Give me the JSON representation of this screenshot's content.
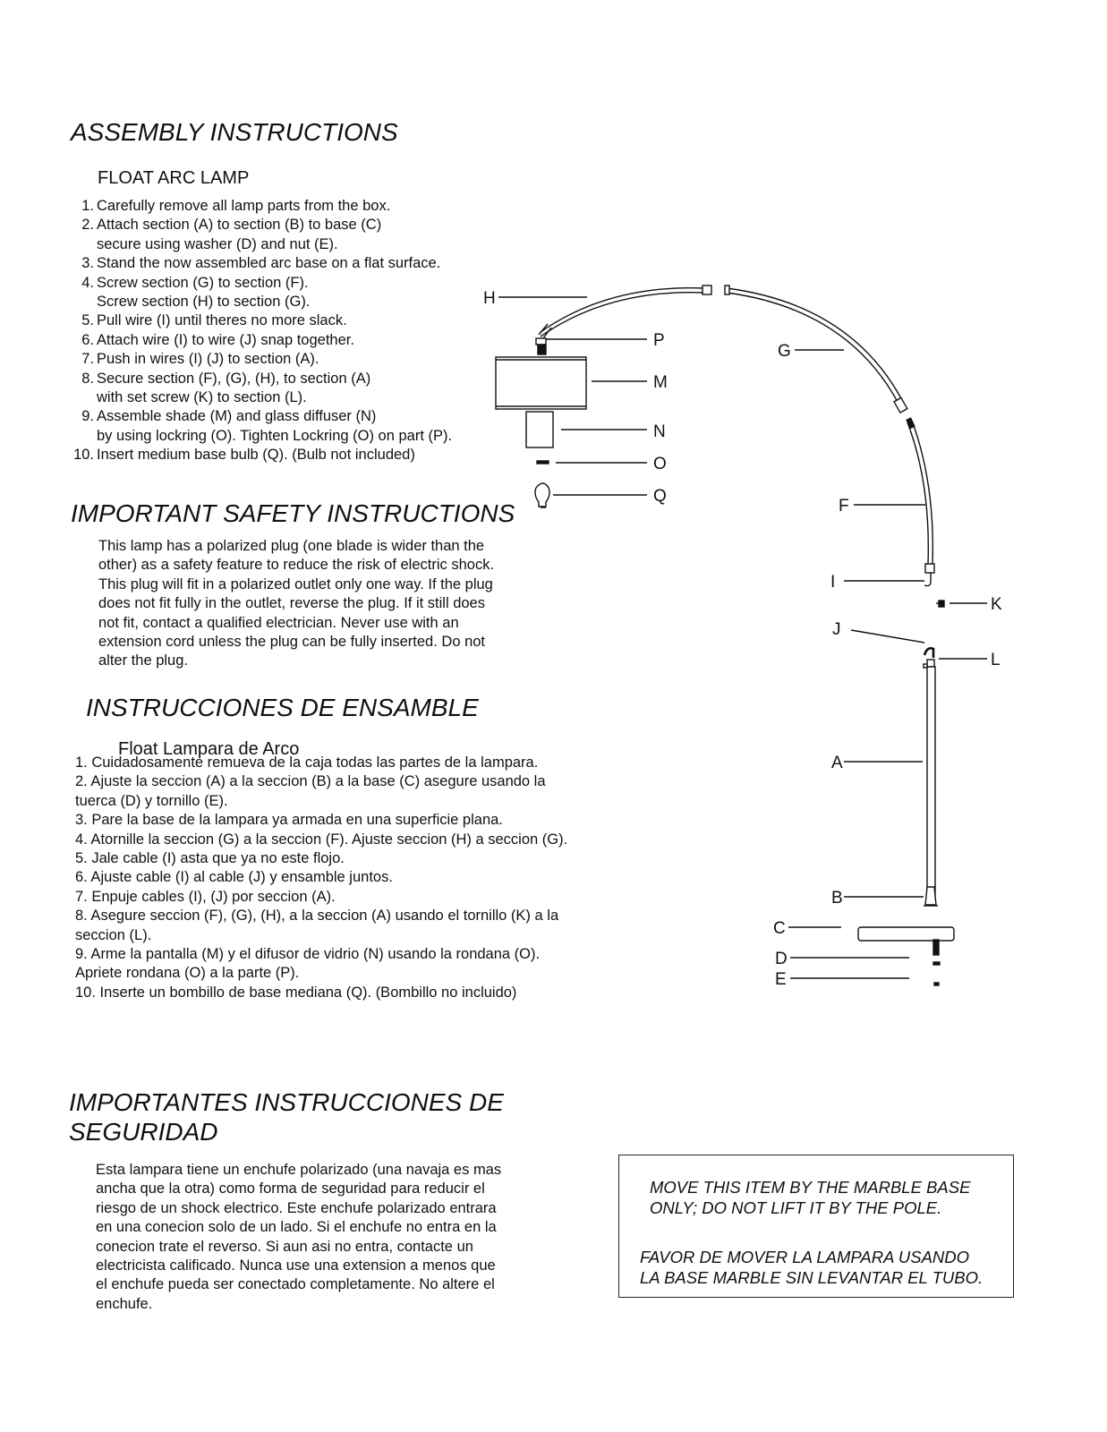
{
  "assembly": {
    "title": "ASSEMBLY INSTRUCTIONS",
    "product": "FLOAT  ARC LAMP",
    "steps": [
      {
        "num": "1.",
        "text": "Carefully remove all lamp parts from the box."
      },
      {
        "num": "2.",
        "text": "Attach section (A) to section (B) to base (C)"
      },
      {
        "num": "",
        "text": "secure using washer (D) and nut (E)."
      },
      {
        "num": "3.",
        "text": "Stand the now assembled arc base on a flat surface."
      },
      {
        "num": "4.",
        "text": "Screw section (G) to section (F)."
      },
      {
        "num": "",
        "text": "Screw section (H) to section (G)."
      },
      {
        "num": "5.",
        "text": "Pull wire (I) until theres no more slack."
      },
      {
        "num": "6.",
        "text": "Attach wire (I) to wire (J) snap together."
      },
      {
        "num": "7.",
        "text": "Push in wires (I) (J) to section (A)."
      },
      {
        "num": "8.",
        "text": "Secure section (F), (G), (H), to section (A)"
      },
      {
        "num": "",
        "text": "with set screw (K) to section (L)."
      },
      {
        "num": "9.",
        "text": "Assemble shade (M) and glass diffuser (N)"
      },
      {
        "num": "",
        "text": "by using lockring (O). Tighten Lockring (O) on part (P)."
      },
      {
        "num": "10.",
        "text": "Insert medium base bulb (Q).  (Bulb not included)"
      }
    ]
  },
  "safety": {
    "title": "IMPORTANT SAFETY INSTRUCTIONS",
    "body": "This lamp has a polarized plug (one blade is wider than the\nother) as a safety feature to reduce the risk of electric shock.\nThis plug will fit in a polarized outlet only one way.  If the plug\ndoes not fit fully in the outlet, reverse the plug.  If it still does\nnot fit, contact a qualified electrician.  Never use with an\nextension cord unless the plug can be fully inserted.  Do not\nalter the plug."
  },
  "ensamble": {
    "title": "INSTRUCCIONES DE ENSAMBLE",
    "product": "Float Lampara de Arco",
    "steps": [
      "1. Cuidadosamente remueva de la caja todas las partes de la lampara.",
      "2. Ajuste la seccion (A) a la seccion (B) a la base (C) asegure usando la tuerca (D) y tornillo (E).",
      "3. Pare la base de la lampara ya armada en una superficie plana.",
      "4. Atornille la seccion (G) a la seccion (F). Ajuste seccion (H) a seccion (G).",
      "5. Jale cable (I) asta que ya no este flojo.",
      "6. Ajuste cable (I) al cable (J) y ensamble juntos.",
      "7. Enpuje cables (I), (J) por seccion (A).",
      "8. Asegure seccion (F), (G), (H), a la seccion (A) usando el tornillo (K) a la seccion (L).",
      "9. Arme la pantalla (M) y el difusor de vidrio (N) usando la rondana (O). Apriete rondana (O) a la parte (P).",
      "10. Inserte un bombillo de base mediana (Q).  (Bombillo no incluido)"
    ]
  },
  "seguridad": {
    "title": "IMPORTANTES INSTRUCCIONES DE\nSEGURIDAD",
    "body": "Esta lampara tiene un enchufe polarizado (una navaja es mas\nancha que la otra) como forma de seguridad para reducir el\nriesgo de un shock electrico.  Este enchufe polarizado entrara\nen una conecion solo de un lado.  Si el enchufe no entra en la\nconecion trate el reverso.  Si aun asi no entra, contacte un\nelectricista calificado.  Nunca use una extension a menos que\nel enchufe pueda ser conectado completamente.  No altere el\nenchufe."
  },
  "notice": {
    "english": "MOVE THIS ITEM BY THE MARBLE BASE\nONLY; DO NOT LIFT IT BY THE POLE.",
    "spanish": "FAVOR DE MOVER LA LAMPARA USANDO\nLA BASE MARBLE SIN LEVANTAR EL TUBO."
  },
  "diagram_labels": {
    "H": "H",
    "P": "P",
    "M": "M",
    "N": "N",
    "O": "O",
    "Q": "Q",
    "G": "G",
    "F": "F",
    "I": "I",
    "K": "K",
    "J": "J",
    "L": "L",
    "A": "A",
    "B": "B",
    "C": "C",
    "D": "D",
    "E": "E"
  }
}
